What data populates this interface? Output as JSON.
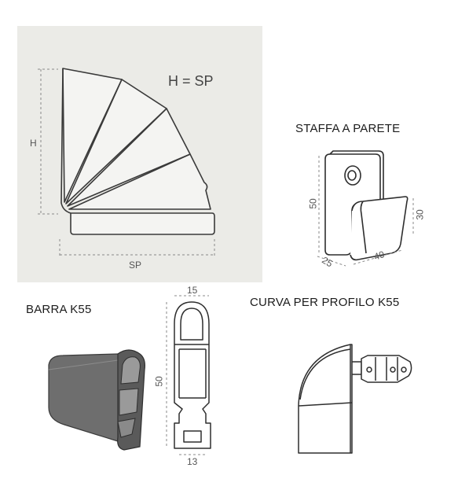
{
  "fan_diagram": {
    "formula": "H = SP",
    "height_label": "H",
    "width_label": "SP"
  },
  "wall_bracket": {
    "title": "STAFFA A PARETE",
    "dim_height": "50",
    "dim_right": "30",
    "dim_bottom_left": "25",
    "dim_bottom_right": "40"
  },
  "bar": {
    "title": "BARRA K55",
    "dim_top": "15",
    "dim_side": "50",
    "dim_bottom": "13"
  },
  "curve": {
    "title": "CURVA PER PROFILO K55"
  },
  "colors": {
    "panel_bg": "#ebebe7",
    "line": "#3a3a3a",
    "bar_body": "#6b6b6b",
    "bar_dark": "#4a4a4a"
  }
}
